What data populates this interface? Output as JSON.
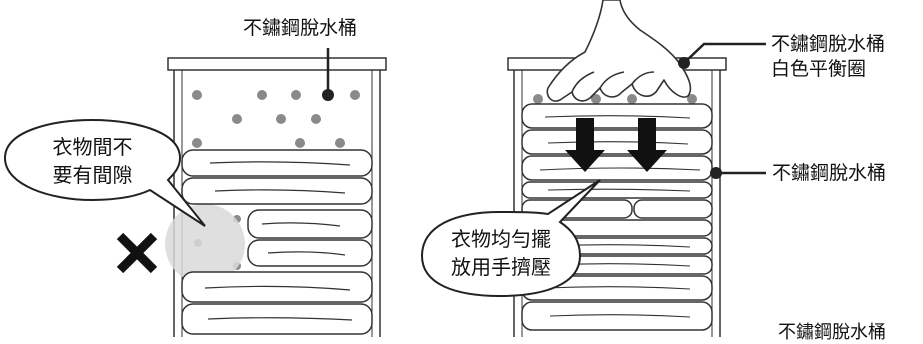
{
  "left_panel": {
    "top_label": "不鏽鋼脫水桶",
    "bubble_text": [
      "衣物間不",
      "要有間隙"
    ],
    "wrong_mark": "✕"
  },
  "right_panel": {
    "top_label": [
      "不鏽鋼脫水桶",
      "白色平衡圈"
    ],
    "mid_label": "不鏽鋼脫水桶",
    "bubble_text": [
      "衣物均勻擺",
      "放用手擠壓"
    ],
    "bottom_label": "不鏽鋼脫水桶"
  },
  "colors": {
    "outline": "#333333",
    "tub_fill": "#ffffff",
    "hole": "#8a8a8a",
    "highlight": "#d9d9d9",
    "text": "#111111"
  }
}
